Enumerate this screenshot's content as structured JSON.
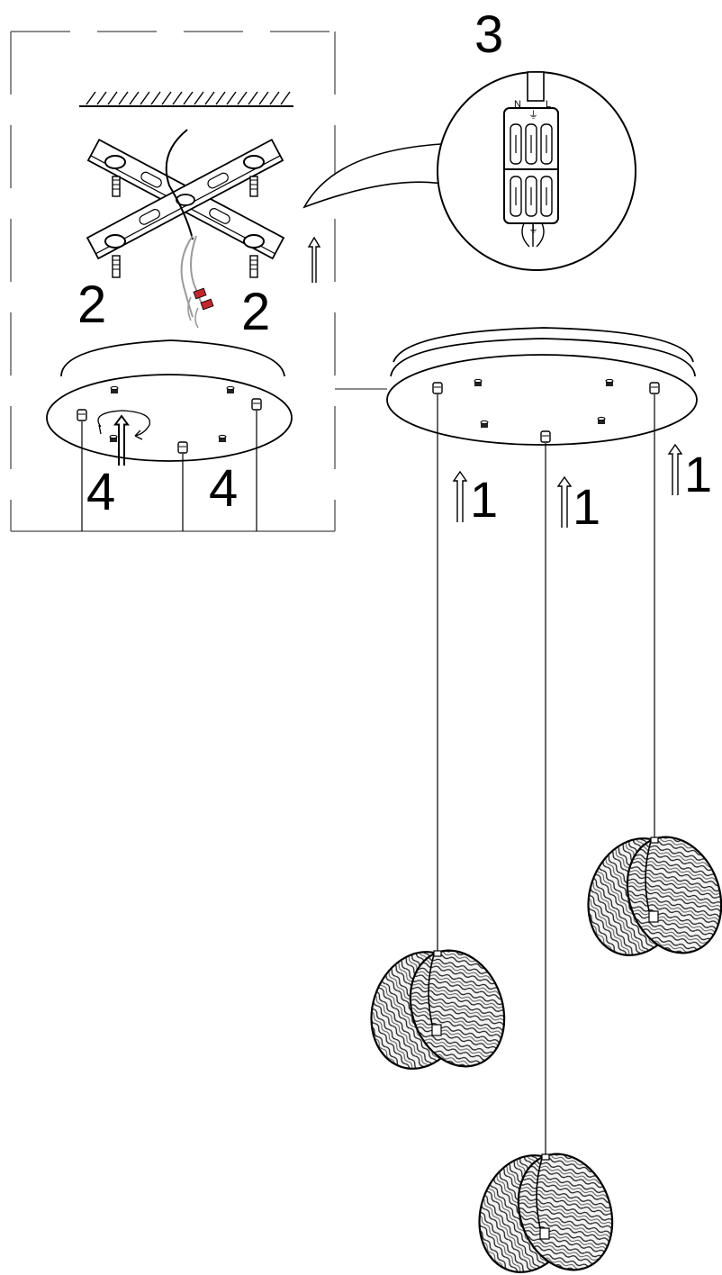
{
  "step_labels": {
    "bracket_left": "2",
    "bracket_right": "2",
    "wiring": "3",
    "canopy_left": "4",
    "canopy_right": "4",
    "cable_a": "1",
    "cable_b": "1",
    "cable_c": "1"
  },
  "terminal_labels": {
    "neutral": "N",
    "earth": "⏚",
    "live": "L",
    "bottom_earth": "⏚"
  },
  "colors": {
    "line": "#000000",
    "dash": "#666666",
    "wire_red": "#c0282d",
    "wire_grey": "#9a9a9a"
  },
  "icons": [
    "ceiling-hatch-icon",
    "mounting-bracket-icon",
    "terminal-block-icon",
    "up-arrow-icon",
    "rotate-arrow-icon",
    "pendant-shade-icon"
  ]
}
